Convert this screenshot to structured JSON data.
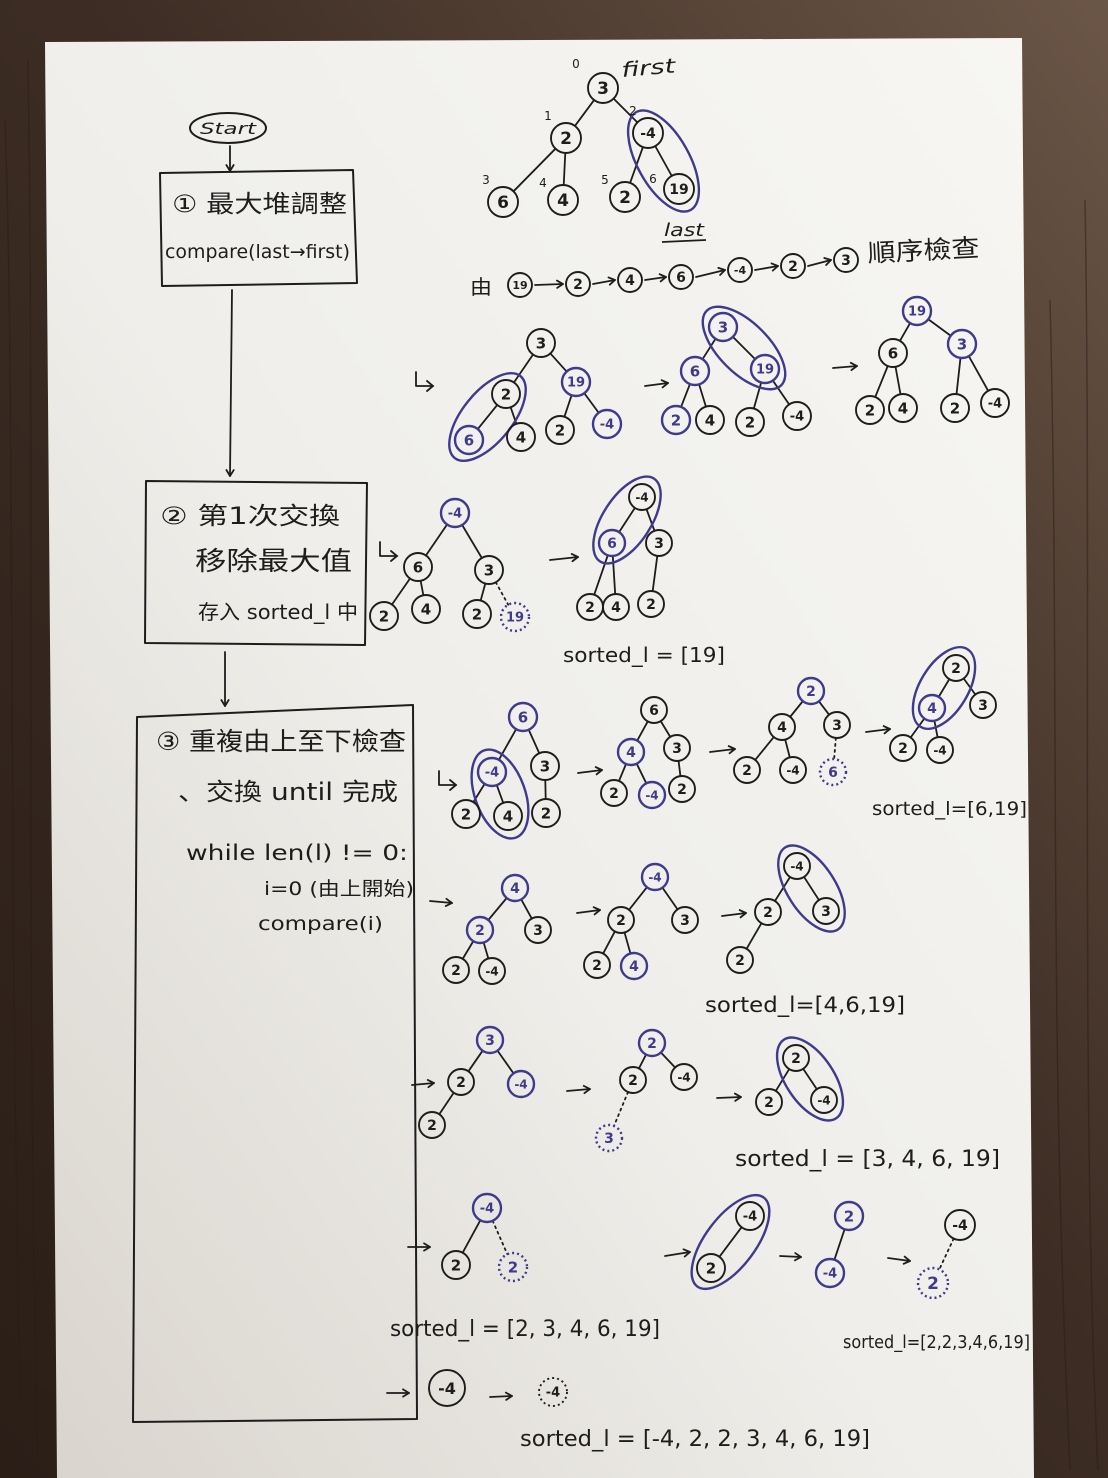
{
  "colors": {
    "ink": "#1e1d1c",
    "highlight": "#3e3b8c",
    "paper": "#f2f1ed",
    "wood": "#3a2b22"
  },
  "flowchart": {
    "start": "Start",
    "step1": {
      "title": "① 最大堆調整",
      "detail": "compare(last→first)"
    },
    "step2": {
      "line1": "② 第1次交換",
      "line2": "移除最大值",
      "line3": "存入 sorted_l 中"
    },
    "step3": {
      "line1": "③ 重複由上至下檢查",
      "line2": "、交換 until 完成",
      "code1": "while len(l) != 0:",
      "code2": "i=0 (由上開始)",
      "code3": "compare(i)"
    }
  },
  "initial_heap": {
    "values": [
      "3",
      "2",
      "-4",
      "6",
      "4",
      "2",
      "19"
    ],
    "indices": [
      "0",
      "1",
      "2",
      "3",
      "4",
      "5",
      "6"
    ],
    "group": [
      2,
      6
    ],
    "first_label": "first",
    "last_label": "last"
  },
  "check_order": {
    "prefix": "由",
    "sequence": [
      "19",
      "2",
      "4",
      "6",
      "-4",
      "2",
      "3"
    ],
    "suffix": "順序檢查"
  },
  "trees": [
    {
      "values": [
        "3",
        "2",
        "19",
        "6",
        "4",
        "2",
        "-4"
      ],
      "highlight": [
        2,
        3,
        6
      ],
      "group": [
        1,
        3
      ]
    },
    {
      "values": [
        "3",
        "6",
        "19",
        "2",
        "4",
        "2",
        "-4"
      ],
      "highlight": [
        0,
        1,
        2,
        3
      ],
      "group": [
        0,
        2
      ]
    },
    {
      "values": [
        "19",
        "6",
        "3",
        "2",
        "4",
        "2",
        "-4"
      ],
      "highlight": [
        0,
        2
      ]
    },
    {
      "values": [
        "-4",
        "6",
        "3",
        "2",
        "4",
        "2",
        "19"
      ],
      "highlight": [
        0,
        6
      ],
      "dotted": [
        6
      ]
    },
    {
      "values": [
        "-4",
        "6",
        "3",
        "2",
        "4",
        "2"
      ],
      "highlight": [
        1
      ],
      "group": [
        0,
        1
      ]
    },
    {
      "values": [
        "6",
        "-4",
        "3",
        "2",
        "4",
        "2"
      ],
      "highlight": [
        0,
        1
      ],
      "group": [
        1,
        4
      ]
    },
    {
      "values": [
        "6",
        "4",
        "3",
        "2",
        "-4",
        "2"
      ],
      "highlight": [
        1,
        4
      ]
    },
    {
      "values": [
        "2",
        "4",
        "3",
        "2",
        "-4",
        "6"
      ],
      "highlight": [
        0,
        5
      ],
      "dotted": [
        5
      ]
    },
    {
      "values": [
        "2",
        "4",
        "3",
        "2",
        "-4"
      ],
      "highlight": [
        1
      ],
      "group": [
        0,
        1
      ]
    },
    {
      "values": [
        "4",
        "2",
        "3",
        "2",
        "-4"
      ],
      "highlight": [
        0,
        1
      ]
    },
    {
      "values": [
        "-4",
        "2",
        "3",
        "2",
        "4"
      ],
      "highlight": [
        0,
        4
      ]
    },
    {
      "values": [
        "-4",
        "2",
        "3",
        "2"
      ],
      "group": [
        0,
        2
      ]
    },
    {
      "values": [
        "3",
        "2",
        "-4",
        "2"
      ],
      "highlight": [
        0,
        2
      ]
    },
    {
      "values": [
        "2",
        "2",
        "-4",
        "3"
      ],
      "highlight": [
        0,
        3
      ],
      "dotted": [
        3
      ]
    },
    {
      "values": [
        "2",
        "2",
        "-4"
      ],
      "group": [
        0,
        2
      ]
    },
    {
      "values": [
        "-4",
        "2",
        "2"
      ],
      "highlight": [
        0,
        2
      ],
      "dotted": [
        2
      ]
    },
    {
      "values": [
        "-4",
        "2"
      ],
      "group": [
        0,
        1
      ]
    },
    {
      "values": [
        "2",
        "-4"
      ],
      "highlight": [
        0,
        1
      ]
    },
    {
      "values": [
        "-4",
        "2"
      ],
      "highlight": [
        1
      ],
      "dotted": [
        1
      ]
    },
    {
      "values": [
        "-4"
      ]
    },
    {
      "values": [
        "-4"
      ],
      "dotted": [
        0
      ]
    }
  ],
  "sorted_results": [
    "sorted_l = [19]",
    "sorted_l=[6,19]",
    "sorted_l=[4,6,19]",
    "sorted_l = [3, 4, 6, 19]",
    "sorted_l = [2, 3, 4, 6, 19]",
    "sorted_l=[2,2,3,4,6,19]",
    "sorted_l = [-4, 2, 2, 3, 4, 6, 19]"
  ]
}
